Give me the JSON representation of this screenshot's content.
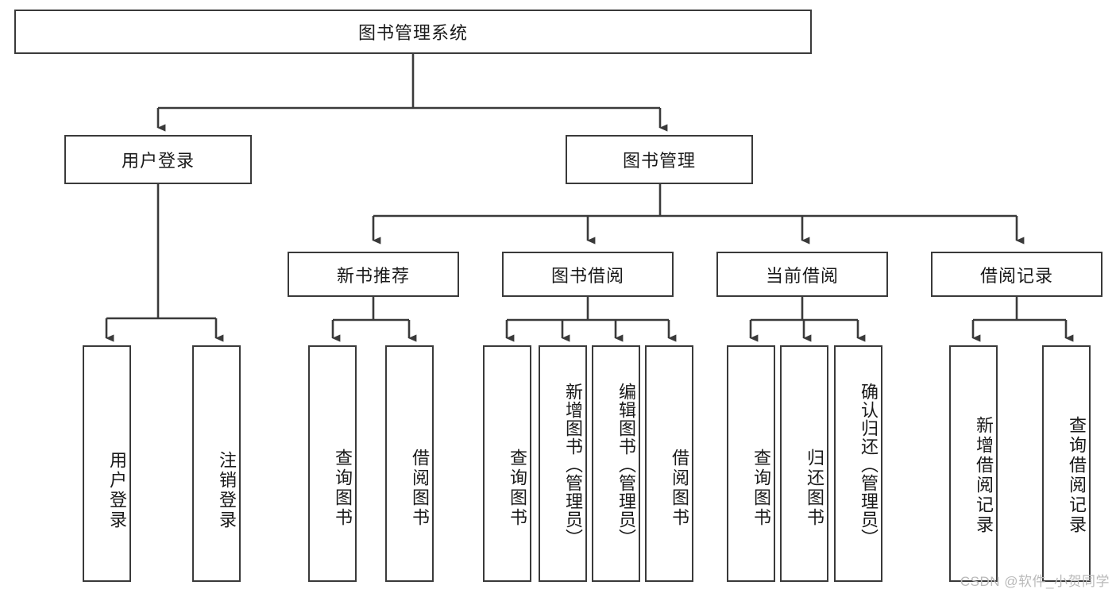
{
  "diagram": {
    "type": "tree",
    "title": "图书管理系统",
    "watermark": "CSDN @软件_小贺同学",
    "colors": {
      "box_border": "#3a3a3a",
      "box_fill": "#ffffff",
      "connector": "#3a3a3a",
      "text": "#1a1a1a",
      "watermark": "#b9b9b9"
    },
    "root": {
      "label": "图书管理系统"
    },
    "level2": [
      {
        "id": "user-login",
        "label": "用户登录"
      },
      {
        "id": "book-management",
        "label": "图书管理"
      }
    ],
    "level3": [
      {
        "id": "new-book-recommend",
        "label": "新书推荐"
      },
      {
        "id": "book-borrow",
        "label": "图书借阅"
      },
      {
        "id": "current-borrow",
        "label": "当前借阅"
      },
      {
        "id": "borrow-record",
        "label": "借阅记录"
      }
    ],
    "leaves": [
      {
        "id": "leaf-user-login",
        "label": "用户登录",
        "parent": "user-login"
      },
      {
        "id": "leaf-user-logout",
        "label": "注销登录",
        "parent": "user-login"
      },
      {
        "id": "leaf-query-book-1",
        "label": "查询图书",
        "parent": "new-book-recommend"
      },
      {
        "id": "leaf-borrow-book-1",
        "label": "借阅图书",
        "parent": "new-book-recommend"
      },
      {
        "id": "leaf-query-book-2",
        "label": "查询图书",
        "parent": "book-borrow"
      },
      {
        "id": "leaf-add-book",
        "label": "新增图书（管理员）",
        "parent": "book-borrow"
      },
      {
        "id": "leaf-edit-book",
        "label": "编辑图书（管理员）",
        "parent": "book-borrow"
      },
      {
        "id": "leaf-borrow-book-2",
        "label": "借阅图书",
        "parent": "book-borrow"
      },
      {
        "id": "leaf-query-book-3",
        "label": "查询图书",
        "parent": "current-borrow"
      },
      {
        "id": "leaf-return-book",
        "label": "归还图书",
        "parent": "current-borrow"
      },
      {
        "id": "leaf-confirm-return",
        "label": "确认归还（管理员）",
        "parent": "current-borrow"
      },
      {
        "id": "leaf-add-record",
        "label": "新增借阅记录",
        "parent": "borrow-record"
      },
      {
        "id": "leaf-query-record",
        "label": "查询借阅记录",
        "parent": "borrow-record"
      }
    ]
  }
}
